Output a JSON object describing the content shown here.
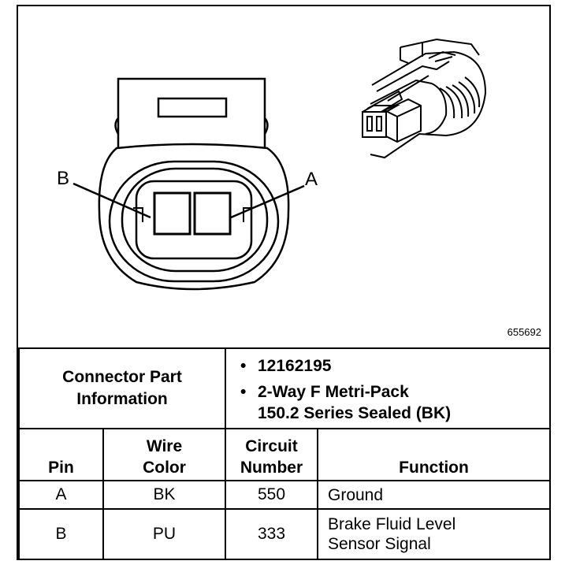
{
  "diagram": {
    "pin_labels": {
      "b": "B",
      "a": "A"
    },
    "figure_id": "655692"
  },
  "connector_info": {
    "title": "Connector Part Information",
    "part_number": "12162195",
    "description_line1": "2-Way F Metri-Pack",
    "description_line2": "150.2 Series Sealed (BK)"
  },
  "table": {
    "headers": {
      "pin": "Pin",
      "wire_color": "Wire Color",
      "circuit_number": "Circuit Number",
      "function": "Function"
    },
    "rows": [
      {
        "pin": "A",
        "wire_color": "BK",
        "circuit_number": "550",
        "function_line1": "Ground",
        "function_line2": ""
      },
      {
        "pin": "B",
        "wire_color": "PU",
        "circuit_number": "333",
        "function_line1": "Brake Fluid Level",
        "function_line2": "Sensor Signal"
      }
    ]
  }
}
